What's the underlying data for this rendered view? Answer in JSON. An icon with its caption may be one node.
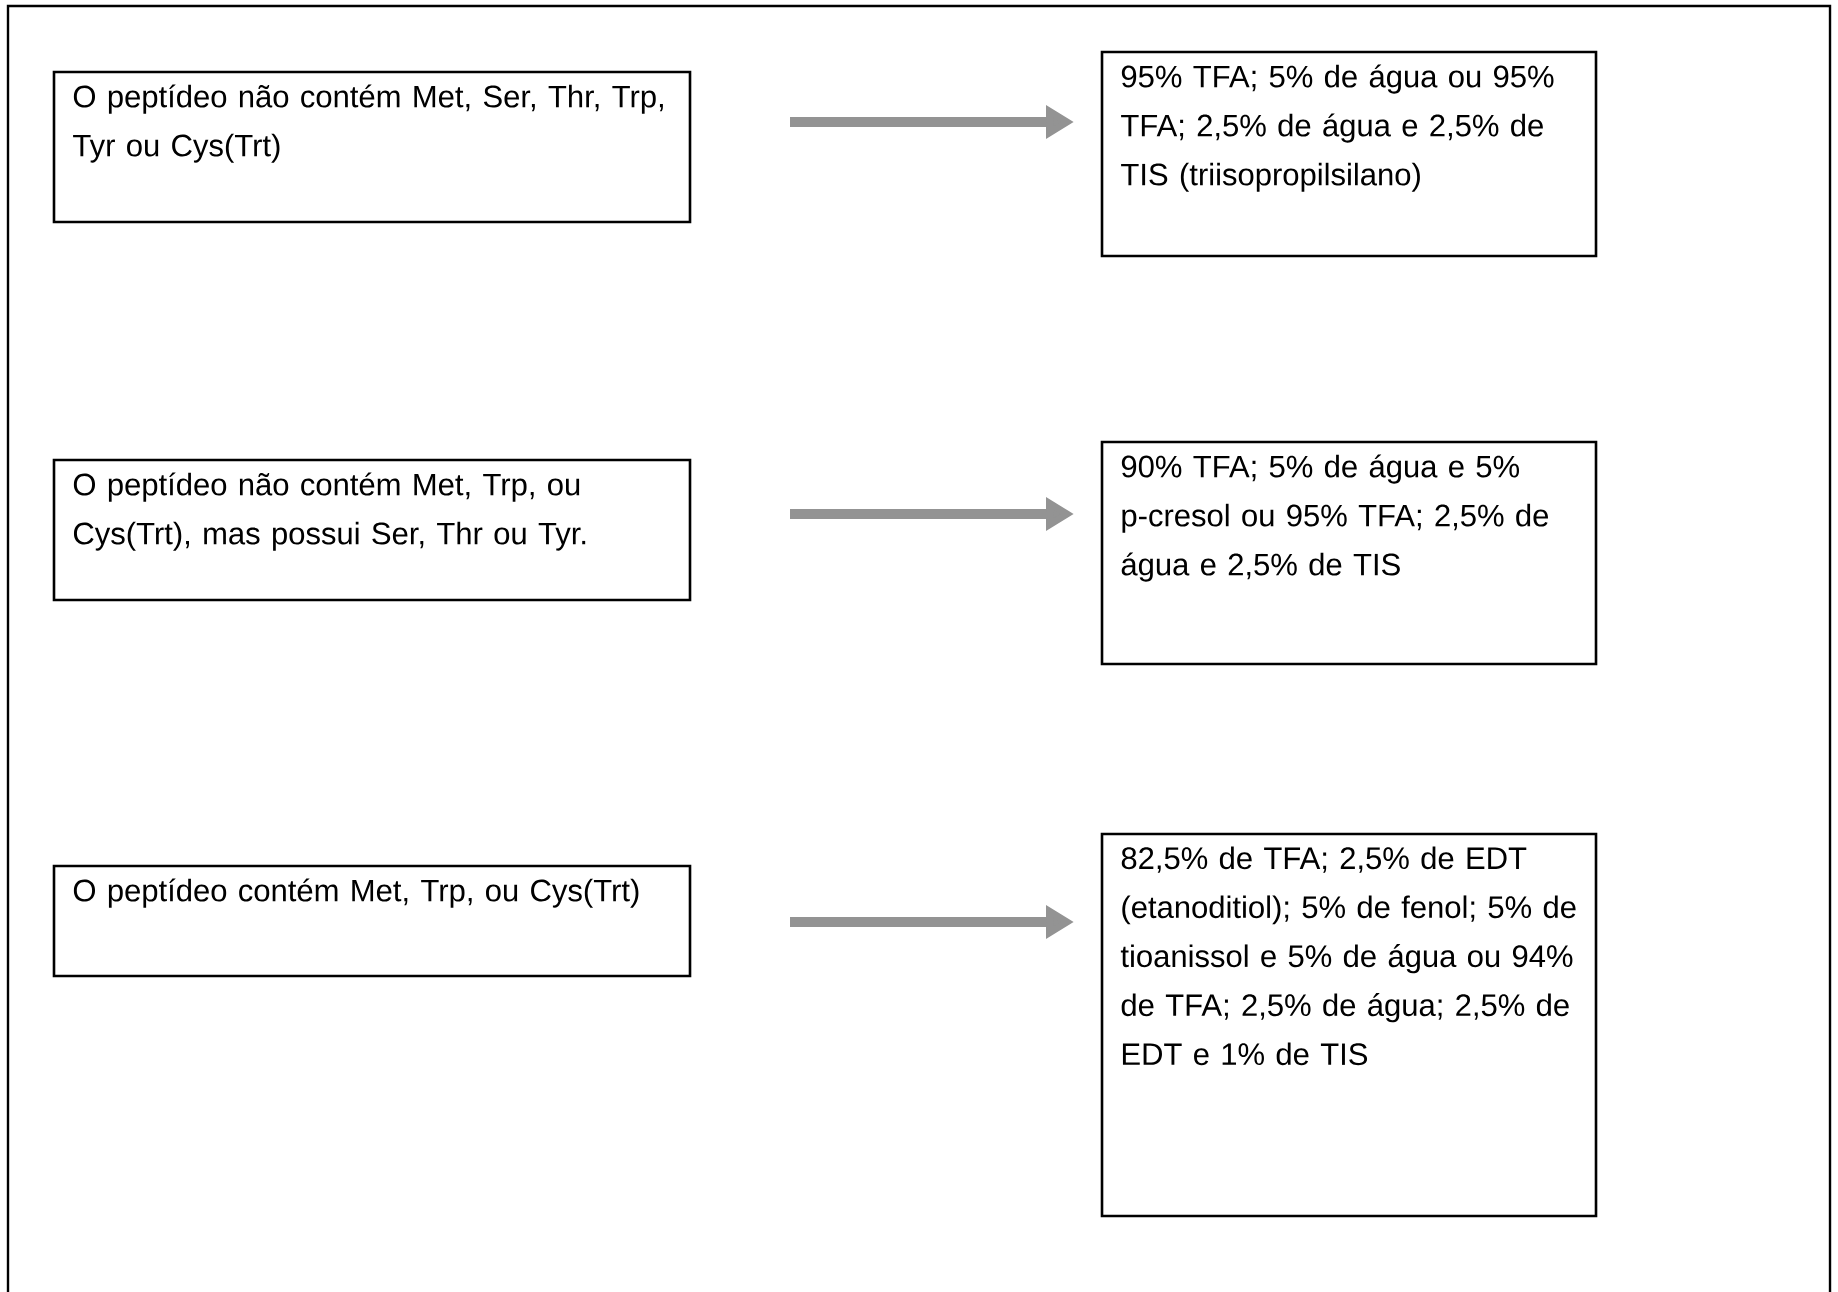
{
  "diagram": {
    "nodes": [
      {
        "text": [
          "O peptídeo não contém Met, Ser, Thr, Trp, Tyr ou Cys(Trt)"
        ]
      },
      {
        "text": [
          "95% TFA; 5% de água ou 95% TFA; 2,5% de água e 2,5% de TIS (triisopropilsilano)"
        ]
      },
      {
        "text": [
          "O peptídeo não contém Met, Trp, ou Cys(Trt), mas possui Ser, Thr ou Tyr."
        ]
      },
      {
        "text": [
          "90% TFA; 5% de água e 5% p-cresol ou 95% TFA; 2,5% de água e 2,5% de TIS"
        ]
      },
      {
        "text": [
          "O peptídeo contém Met, Trp, ou Cys(Trt)"
        ]
      },
      {
        "text": [
          "82,5% de TFA; 2,5% de EDT (etanoditiol); 5% de fenol; 5% de tioanissol e 5% de água ou 94% de TFA; 2,5% de água; 2,5% de EDT e 1% de TIS"
        ]
      }
    ],
    "edges": [
      {
        "from": 0,
        "to": 1,
        "arrow": "to"
      },
      {
        "from": 2,
        "to": 3,
        "arrow": "to"
      },
      {
        "from": 4,
        "to": 5,
        "arrow": "to"
      }
    ]
  }
}
